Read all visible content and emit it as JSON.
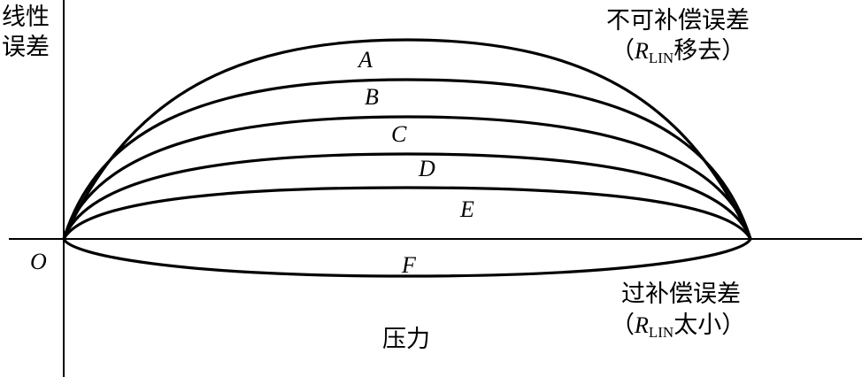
{
  "diagram": {
    "y_axis_label_line1": "线性",
    "y_axis_label_line2": "误差",
    "x_axis_label": "压力",
    "origin_label": "O",
    "curves": [
      {
        "id": "A",
        "label": "A"
      },
      {
        "id": "B",
        "label": "B"
      },
      {
        "id": "C",
        "label": "C"
      },
      {
        "id": "D",
        "label": "D"
      },
      {
        "id": "E",
        "label": "E"
      },
      {
        "id": "F",
        "label": "F"
      }
    ],
    "upper_note": {
      "title": "不可补偿误差",
      "paren_open": "（",
      "symbol": "R",
      "subscript": "LIN",
      "text": "移去",
      "paren_close": "）"
    },
    "lower_note": {
      "title": "过补偿误差",
      "paren_open": "（",
      "symbol": "R",
      "subscript": "LIN",
      "text": "太小",
      "paren_close": "）"
    }
  }
}
